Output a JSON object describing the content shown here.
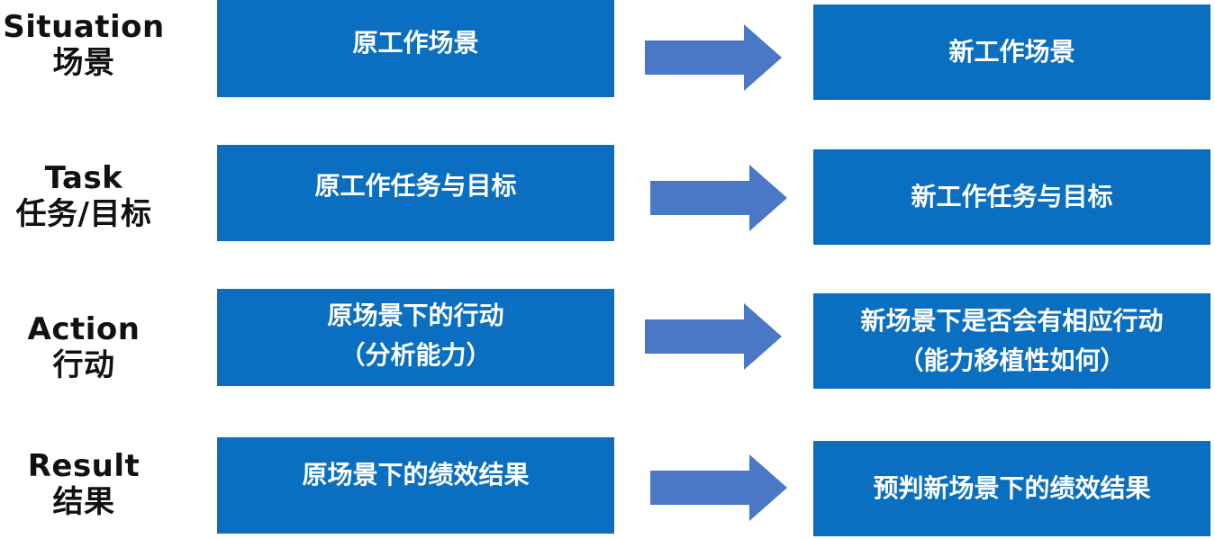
{
  "colors": {
    "box_fill": "#0a6fc0",
    "arrow_fill": "#4a78c6",
    "label_text": "#111111",
    "box_text": "#ffffff"
  },
  "rows": [
    {
      "label_en": "Situation",
      "label_zh": "场景",
      "original": [
        "原工作场景"
      ],
      "new": [
        "新工作场景"
      ]
    },
    {
      "label_en": "Task",
      "label_zh": "任务/目标",
      "original": [
        "原工作任务与目标"
      ],
      "new": [
        "新工作任务与目标"
      ]
    },
    {
      "label_en": "Action",
      "label_zh": "行动",
      "original": [
        "原场景下的行动",
        "（分析能力）"
      ],
      "new": [
        "新场景下是否会有相应行动",
        "（能力移植性如何）"
      ]
    },
    {
      "label_en": "Result",
      "label_zh": "结果",
      "original": [
        "原场景下的绩效结果"
      ],
      "new": [
        "预判新场景下的绩效结果"
      ]
    }
  ]
}
